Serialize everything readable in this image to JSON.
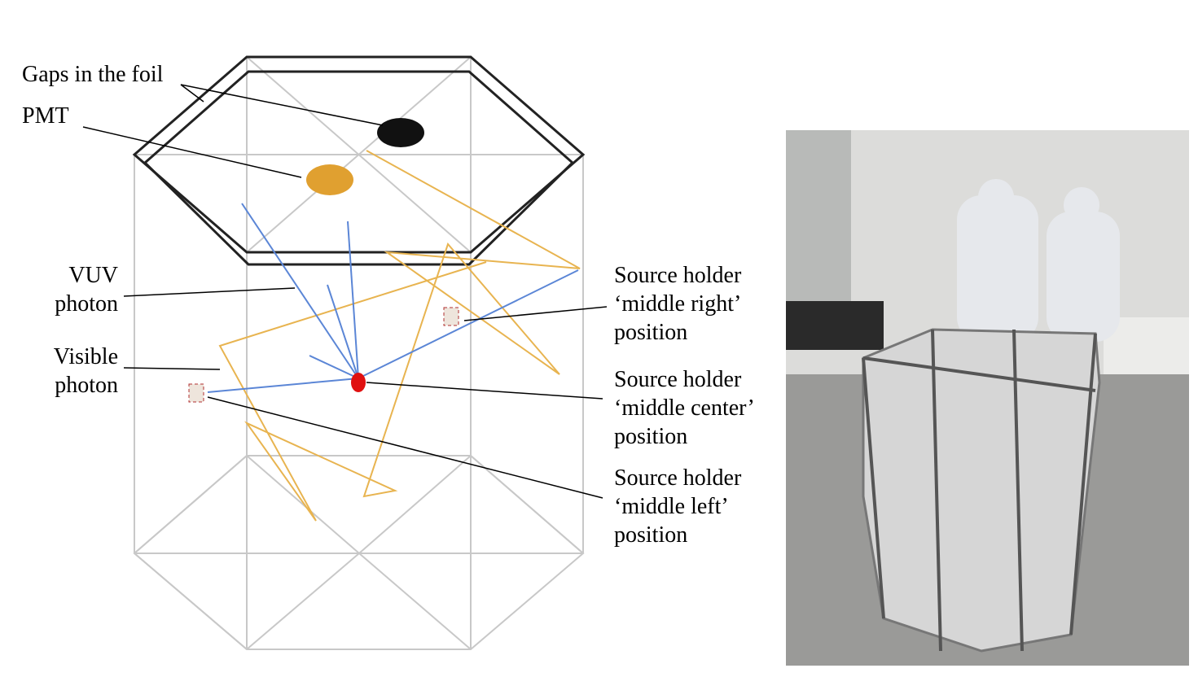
{
  "labels": {
    "gaps": "Gaps in the foil",
    "pmt": "PMT",
    "vuv": [
      "VUV",
      "photon"
    ],
    "visible": [
      "Visible",
      "photon"
    ],
    "right": [
      "Source holder",
      "‘middle right’",
      "position"
    ],
    "center": [
      "Source holder",
      "‘middle center’",
      "position"
    ],
    "left": [
      "Source holder",
      "‘middle left’",
      "position"
    ]
  },
  "colors": {
    "vuv": "#5b86d6",
    "visible": "#e8b450",
    "pmt": "#e0a030",
    "source": "#e01010",
    "frame": "#c8c8c8"
  }
}
